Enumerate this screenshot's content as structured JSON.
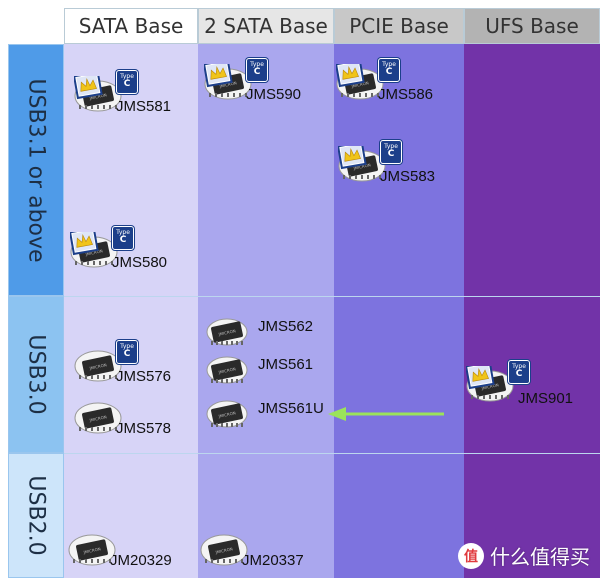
{
  "colors": {
    "sata": "#d7d4f7",
    "sata2": "#aaa7ee",
    "pcie": "#7d73df",
    "ufs": "#7233a8",
    "row_usb31": "#4f9be8",
    "row_usb30": "#8cc3f1",
    "row_usb20": "#cde5fa",
    "arrow": "#9be35a",
    "typec_badge": "#1c3f8a"
  },
  "columns": [
    {
      "label": "SATA Base"
    },
    {
      "label": "2 SATA Base"
    },
    {
      "label": "PCIE Base"
    },
    {
      "label": "UFS Base"
    }
  ],
  "rows": [
    {
      "label": "USB3.1 or above"
    },
    {
      "label": "USB3.0"
    },
    {
      "label": "USB2.0"
    }
  ],
  "typec_badge": {
    "line1": "Type",
    "line2": "C"
  },
  "chips": [
    {
      "name": "JMS581",
      "column": "SATA Base",
      "row": "USB3.1 or above",
      "crown": true,
      "typec": true
    },
    {
      "name": "JMS590",
      "column": "2 SATA Base",
      "row": "USB3.1 or above",
      "crown": true,
      "typec": true
    },
    {
      "name": "JMS586",
      "column": "PCIE Base",
      "row": "USB3.1 or above",
      "crown": true,
      "typec": true
    },
    {
      "name": "JMS583",
      "column": "PCIE Base",
      "row": "USB3.1 or above",
      "crown": true,
      "typec": true
    },
    {
      "name": "JMS580",
      "column": "SATA Base",
      "row": "USB3.1 or above",
      "crown": true,
      "typec": true
    },
    {
      "name": "JMS562",
      "column": "2 SATA Base",
      "row": "USB3.0",
      "crown": false,
      "typec": false
    },
    {
      "name": "JMS561",
      "column": "2 SATA Base",
      "row": "USB3.0",
      "crown": false,
      "typec": false
    },
    {
      "name": "JMS561U",
      "column": "2 SATA Base",
      "row": "USB3.0",
      "crown": false,
      "typec": false
    },
    {
      "name": "JMS576",
      "column": "SATA Base",
      "row": "USB3.0",
      "crown": false,
      "typec": true
    },
    {
      "name": "JMS578",
      "column": "SATA Base",
      "row": "USB3.0",
      "crown": false,
      "typec": false
    },
    {
      "name": "JMS901",
      "column": "UFS Base",
      "row": "USB3.0",
      "crown": true,
      "typec": true
    },
    {
      "name": "JM20329",
      "column": "SATA Base",
      "row": "USB2.0",
      "crown": false,
      "typec": false
    },
    {
      "name": "JM20337",
      "column": "2 SATA Base",
      "row": "USB2.0",
      "crown": false,
      "typec": false
    }
  ],
  "watermark": {
    "logo": "值",
    "text": "什么值得买"
  }
}
